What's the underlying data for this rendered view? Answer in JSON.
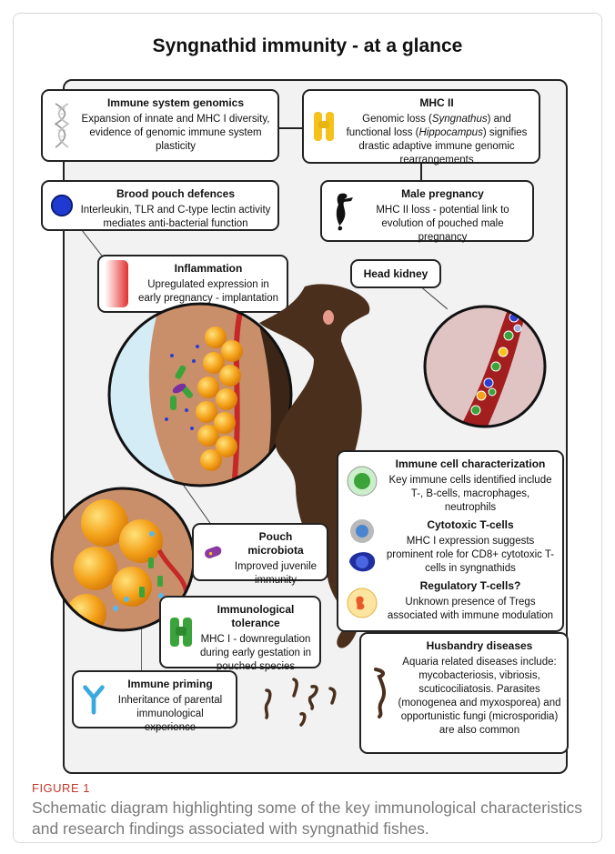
{
  "title": "Syngnathid immunity - at a glance",
  "boxes": {
    "genomics": {
      "heading": "Immune system genomics",
      "text": "Expansion of innate and MHC I diversity, evidence of genomic immune system plasticity"
    },
    "mhc2": {
      "heading": "MHC II",
      "text_a": "Genomic loss (",
      "genus1": "Syngnathus",
      "text_b": ") and functional loss (",
      "genus2": "Hippocampus",
      "text_c": ") signifies drastic adaptive immune genomic rearrangements"
    },
    "brood": {
      "heading": "Brood pouch defences",
      "text": "Interleukin, TLR and C-type lectin activity mediates anti-bacterial function"
    },
    "male_pregnancy": {
      "heading": "Male pregnancy",
      "text": "MHC II loss - potential link to evolution of pouched male pregnancy"
    },
    "inflammation": {
      "heading": "Inflammation",
      "text": "Upregulated expression in early pregnancy - implantation"
    },
    "head_kidney": {
      "heading": "Head kidney"
    },
    "cells": {
      "characterization": {
        "heading": "Immune cell characterization",
        "text": "Key immune cells identified include T-, B-cells, macrophages, neutrophils"
      },
      "cytotoxic": {
        "heading": "Cytotoxic T-cells",
        "text": "MHC I expression suggests prominent role for CD8+ cytotoxic T-cells in syngnathids"
      },
      "regulatory": {
        "heading": "Regulatory T-cells?",
        "text": "Unknown presence of Tregs associated with immune modulation"
      }
    },
    "microbiota": {
      "heading": "Pouch microbiota",
      "text": "Improved juvenile immunity"
    },
    "tolerance": {
      "heading": "Immunological tolerance",
      "text": "MHC I - downregulation during early gestation in pouched species"
    },
    "husbandry": {
      "heading": "Husbandry diseases",
      "text": "Aquaria related diseases include: mycobacteriosis, vibriosis, scuticociliatosis. Parasites (monogenea and myxosporea) and opportunistic fungi (microsporidia) are also common"
    },
    "priming": {
      "heading": "Immune priming",
      "text": "Inheritance of parental immunological experience"
    }
  },
  "figure_label": "FIGURE 1",
  "caption": "Schematic diagram highlighting some of the key immunological characteristics and research findings associated with syngnathid fishes.",
  "icons": [
    "dna-helix-icon",
    "mhc-receptor-icon",
    "blue-sphere-icon",
    "seahorse-icon",
    "inflammation-gradient-icon",
    "bacterium-icon",
    "mhc-dimer-icon",
    "antibody-icon",
    "pipefish-icon",
    "t-cell-icon",
    "macrophage-icon",
    "treg-icon"
  ],
  "colors": {
    "accent_label": "#c0392b",
    "caption": "#7a7a7a",
    "yolk": "#f4a21a",
    "tissue": "#c98f6a",
    "seahorse": "#4a2f1c",
    "inflammation": "#e03030",
    "mhc": "#f4c21a",
    "antibody": "#3aa9e0",
    "green_cell": "#3aa43a",
    "blue_cell": "#2a3fd0"
  }
}
